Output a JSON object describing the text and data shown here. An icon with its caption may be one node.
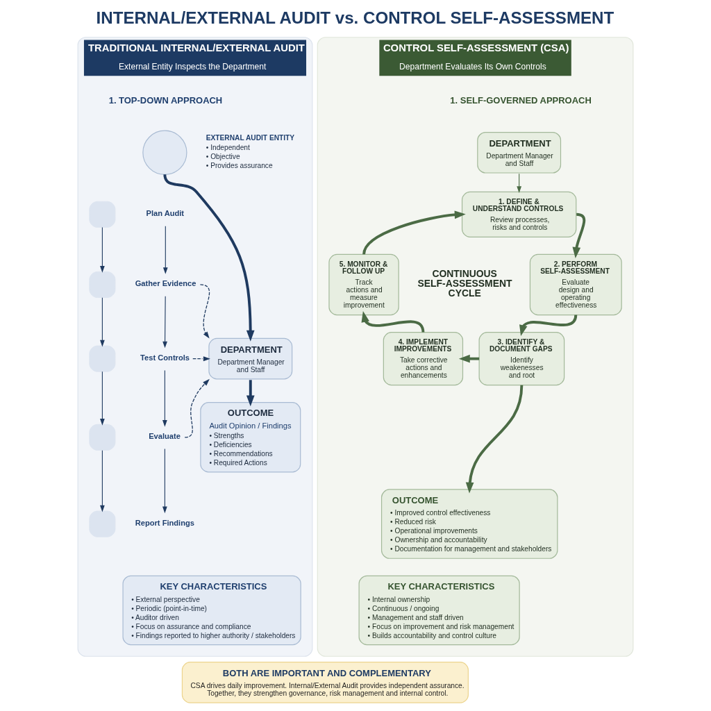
{
  "diagram": {
    "title": "INTERNAL/EXTERNAL AUDIT vs. CONTROL SELF-ASSESSMENT",
    "nodes": [
      {
        "text": [
          "TRADITIONAL INTERNAL/EXTERNAL AUDIT",
          "External Entity Inspects the Department"
        ]
      },
      {
        "text": [],
        "shape": "circle",
        "in": 0,
        "beside": [
          "EXTERNAL AUDIT ENTITY",
          "• Independent",
          "• Objective",
          "• Provides assurance"
        ]
      },
      {
        "text": [],
        "shape": "box",
        "in": 0
      },
      {
        "text": [
          "Plan Audit"
        ],
        "in": 0
      },
      {
        "text": [],
        "shape": "box",
        "in": 0
      },
      {
        "text": [
          "Gather Evidence"
        ],
        "in": 0
      },
      {
        "text": [],
        "shape": "box",
        "in": 0
      },
      {
        "text": [
          "Test Controls"
        ],
        "in": 0
      },
      {
        "text": [],
        "shape": "box",
        "in": 0
      },
      {
        "text": [
          "Evaluate"
        ],
        "in": 0
      },
      {
        "text": [],
        "shape": "box",
        "in": 0
      },
      {
        "text": [
          "Report Findings"
        ],
        "in": 0
      },
      {
        "text": [
          "DEPARTMENT",
          "Department Manager and Staff"
        ],
        "in": 0
      },
      {
        "text": [
          "OUTCOME",
          "Audit Opinion / Findings",
          "• Strengths",
          "• Deficiencies",
          "• Recommendations",
          "• Required Actions"
        ],
        "in": 0
      },
      {
        "text": [
          "KEY CHARACTERISTICS",
          "• External perspective",
          "• Periodic (point-in-time)",
          "• Auditor driven",
          "• Focus on assurance and compliance",
          "• Findings reported to higher authority / stakeholders"
        ],
        "in": 0
      },
      {
        "text": [
          "CONTROL SELF-ASSESSMENT (CSA)",
          "Department Evaluates Its Own Controls"
        ]
      },
      {
        "text": [
          "DEPARTMENT",
          "Department Manager and Staff"
        ],
        "in": 15
      },
      {
        "text": [
          "1. DEFINE & UNDERSTAND CONTROLS",
          "Review processes, risks and controls"
        ],
        "in": 15
      },
      {
        "text": [
          "5. MONITOR & FOLLOW UP",
          "Track actions and measure improvement"
        ],
        "in": 15
      },
      {
        "text": [
          "2. PERFORM SELF-ASSESSMENT",
          "Evaluate design and operating effectiveness"
        ],
        "in": 15
      },
      {
        "text": [
          "4. IMPLEMENT IMPROVEMENTS",
          "Take corrective actions and enhancements"
        ],
        "in": 15
      },
      {
        "text": [
          "3. IDENTIFY & DOCUMENT GAPS",
          "Identify weakenesses and root"
        ],
        "in": 15
      },
      {
        "text": [
          "OUTCOME",
          "• Improved control effectiveness",
          "• Reduced risk",
          "• Operational improvements",
          "• Ownership and accountability",
          "• Documentation for management and stakeholders"
        ],
        "in": 15
      },
      {
        "text": [
          "KEY CHARACTERISTICS",
          "• Internal ownership",
          "• Continuous / ongoing",
          "• Management and staff driven",
          "• Focus on improvement and risk management",
          "• Builds accountability and control culture"
        ],
        "in": 15
      },
      {
        "text": [
          "BOTH ARE IMPORTANT AND COMPLEMENTARY",
          "CSA drives daily improvement. Internal/External Audit provides independent assurance. Together, they strengthen governance, risk management and internal control."
        ]
      }
    ],
    "edges": [
      {
        "from": 1,
        "to": 12,
        "arrow": "to",
        "style": "thick"
      },
      {
        "from": 2,
        "to": 4,
        "arrow": "to"
      },
      {
        "from": 4,
        "to": 6,
        "arrow": "to"
      },
      {
        "from": 6,
        "to": 8,
        "arrow": "to"
      },
      {
        "from": 8,
        "to": 10,
        "arrow": "to"
      },
      {
        "from": 3,
        "to": 5,
        "arrow": "to"
      },
      {
        "from": 5,
        "to": 7,
        "arrow": "to"
      },
      {
        "from": 7,
        "to": 9,
        "arrow": "to"
      },
      {
        "from": 9,
        "to": 11,
        "arrow": "to"
      },
      {
        "from": 5,
        "to": 12,
        "arrow": "to",
        "style": "dashed"
      },
      {
        "from": 7,
        "to": 12,
        "arrow": "to",
        "style": "dashed"
      },
      {
        "from": 9,
        "to": 12,
        "arrow": "to",
        "style": "dashed"
      },
      {
        "from": 12,
        "to": 13,
        "arrow": "to",
        "style": "thick"
      },
      {
        "from": 16,
        "to": 17,
        "arrow": "to",
        "color": "#4b6b45"
      },
      {
        "from": 17,
        "to": 19,
        "arrow": "to",
        "style": "thick",
        "color": "#4b6b45"
      },
      {
        "from": 19,
        "to": 21,
        "arrow": "to",
        "style": "thick",
        "color": "#4b6b45"
      },
      {
        "from": 21,
        "to": 20,
        "arrow": "to",
        "style": "thick",
        "color": "#4b6b45"
      },
      {
        "from": 20,
        "to": 18,
        "arrow": "to",
        "style": "thick",
        "color": "#4b6b45"
      },
      {
        "from": 18,
        "to": 17,
        "arrow": "to",
        "style": "thick",
        "color": "#4b6b45"
      },
      {
        "from": 21,
        "to": 22,
        "arrow": "to",
        "style": "thick",
        "color": "#4b6b45"
      }
    ],
    "labels": [
      "1. TOP-DOWN APPROACH",
      "1. SELF-GOVERNED APPROACH",
      "CONTINUOUS SELF-ASSESSMENT CYCLE"
    ]
  }
}
